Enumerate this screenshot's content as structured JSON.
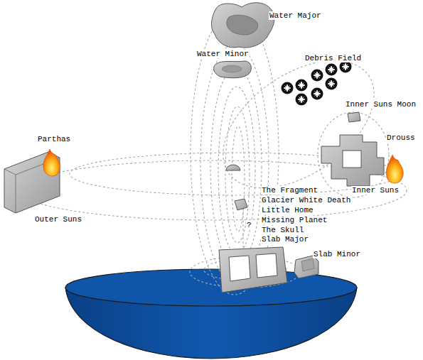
{
  "diagram": {
    "labels": [
      "Water Major",
      "Water Minor",
      "Debris Field",
      "Inner Suns Moon",
      "Parthas",
      "Drouss",
      "Inner Suns",
      "Outer Suns",
      "The Fragment",
      "Glacier White Death",
      "Little Home",
      "Missing Planet",
      "The Skull",
      "Slab Major",
      "?",
      "Slab Minor"
    ]
  }
}
